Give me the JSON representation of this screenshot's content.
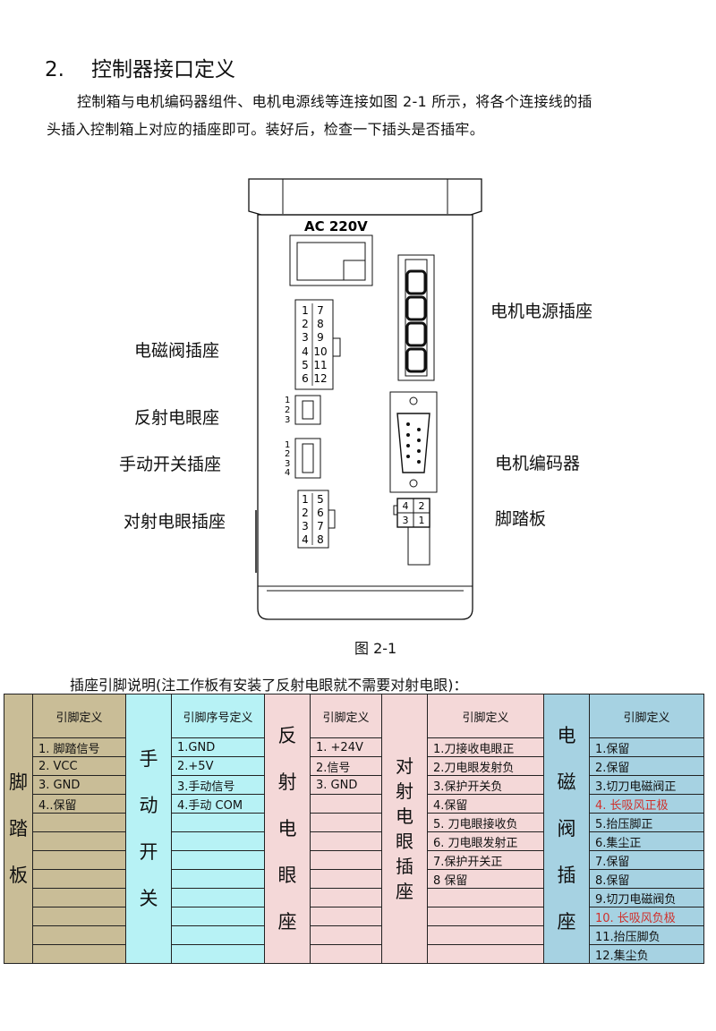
{
  "section": {
    "number": "2.",
    "title": "控制器接口定义"
  },
  "intro": {
    "line1": "控制箱与电机编码器组件、电机电源线等连接如图 2-1 所示，将各个连接线的插",
    "line2": "头插入控制箱上对应的插座即可。装好后，检查一下插头是否插牢。"
  },
  "figure": {
    "top_label": "AC 220V",
    "caption": "图 2-1",
    "labels": {
      "solenoid": "电磁阀插座",
      "reflective_eye": "反射电眼座",
      "manual_switch": "手动开关插座",
      "through_beam": "对射电眼插座",
      "motor_power": "电机电源插座",
      "motor_encoder": "电机编码器",
      "foot_pedal": "脚踏板"
    },
    "solenoid_pins": [
      [
        "1",
        "7"
      ],
      [
        "2",
        "8"
      ],
      [
        "3",
        "9"
      ],
      [
        "4",
        "10"
      ],
      [
        "5",
        "11"
      ],
      [
        "6",
        "12"
      ]
    ],
    "reflective_pins": [
      "1",
      "2",
      "3"
    ],
    "manual_pins": [
      "1",
      "2",
      "3",
      "4"
    ],
    "through_pins": [
      [
        "1",
        "5"
      ],
      [
        "2",
        "6"
      ],
      [
        "3",
        "7"
      ],
      [
        "4",
        "8"
      ]
    ],
    "pedal_pins": [
      [
        "4",
        "2"
      ],
      [
        "3",
        "1"
      ]
    ]
  },
  "note": "插座引脚说明(注工作板有安装了反射电眼就不需要对射电眼)：",
  "table": {
    "groups": [
      {
        "name": "脚踏板",
        "header": "引脚定义",
        "rows": [
          "1. 脚踏信号",
          "2. VCC",
          "3. GND",
          "4..保留",
          "",
          "",
          "",
          "",
          "",
          "",
          "",
          ""
        ]
      },
      {
        "name": "手动开关",
        "header": "引脚序号定义",
        "rows": [
          "1.GND",
          "2.+5V",
          "3.手动信号",
          "4.手动 COM",
          "",
          "",
          "",
          "",
          "",
          "",
          "",
          ""
        ]
      },
      {
        "name": "反射电眼座",
        "header": "引脚定义",
        "rows": [
          "1. +24V",
          "2.信号",
          "3. GND",
          "",
          "",
          "",
          "",
          "",
          "",
          "",
          "",
          ""
        ]
      },
      {
        "name": "对射电眼插座",
        "header": "引脚定义",
        "rows": [
          "1.刀接收电眼正",
          "2.刀电眼发射负",
          "3.保护开关负",
          "4.保留",
          "5. 刀电眼接收负",
          "6. 刀电眼发射正",
          "7.保护开关正",
          "8 保留",
          "",
          "",
          "",
          ""
        ]
      },
      {
        "name": "电磁阀插座",
        "header": "引脚定义",
        "rows": [
          "1.保留",
          "2.保留",
          "3.切刀电磁阀正",
          "4. 长吸风正极",
          "5.抬压脚正",
          "6.集尘正",
          "7.保留",
          "8.保留",
          "9.切刀电磁阀负",
          "10. 长吸风负极",
          "11.抬压脚负",
          "12.集尘负"
        ]
      }
    ],
    "highlight_color": "#d0302c"
  }
}
